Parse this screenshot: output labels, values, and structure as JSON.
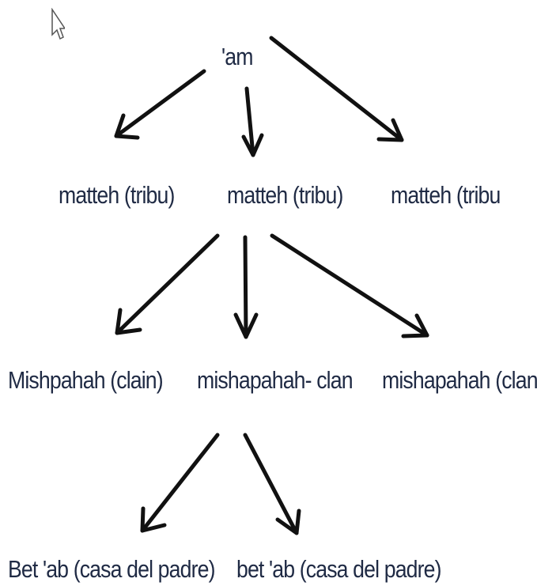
{
  "diagram": {
    "root": "'am",
    "level1": [
      "matteh (tribu)",
      "matteh (tribu)",
      "matteh (tribu"
    ],
    "level2": [
      "Mishpahah (clain)",
      "mishapahah- clan",
      "mishapahah (clan)"
    ],
    "level3": [
      "Bet 'ab (casa del padre)",
      "bet 'ab (casa del padre)"
    ]
  },
  "colors": {
    "text": "#1f2a44",
    "arrow": "#111111"
  },
  "icons": {
    "cursor": "mouse-pointer-icon"
  }
}
